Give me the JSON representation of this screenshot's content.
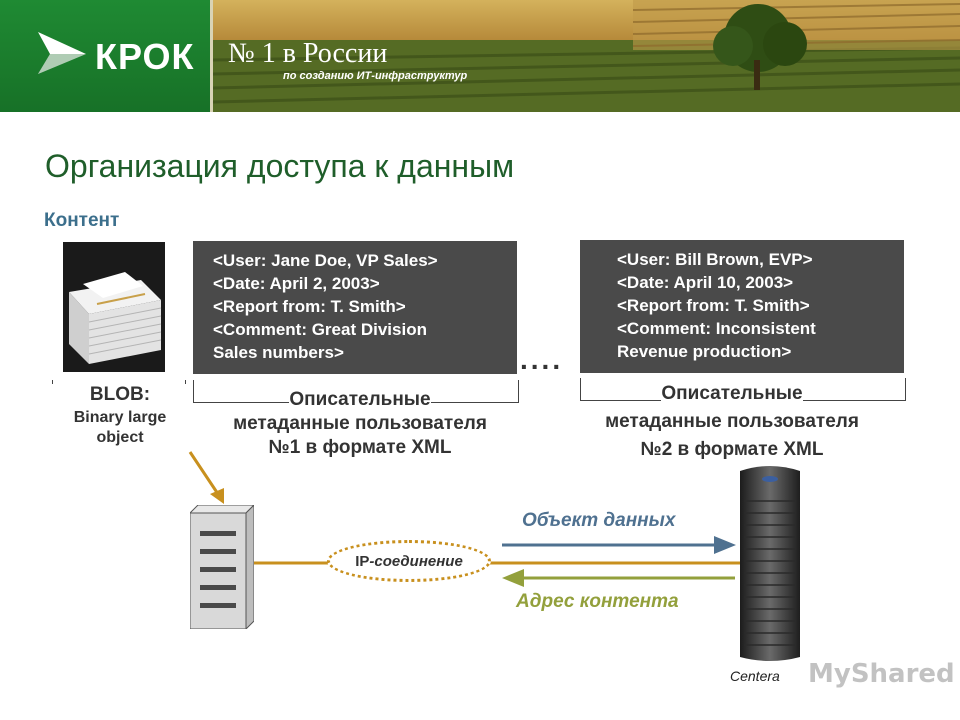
{
  "header": {
    "logo_text": "КРОК",
    "slogan_main": "№ 1 в России",
    "slogan_sub": "по созданию ИТ-инфраструктур"
  },
  "title": "Организация доступа к данным",
  "content_label": "Контент",
  "blob": {
    "title": "BLOB:",
    "subtitle_line1": "Binary large",
    "subtitle_line2": "object"
  },
  "metadata1": {
    "lines": [
      "<User: Jane Doe, VP Sales>",
      "<Date: April 2, 2003>",
      "<Report from: T. Smith>",
      "<Comment: Great Division",
      "Sales numbers>"
    ],
    "caption_line1": "Описательные",
    "caption_line2": "метаданные пользователя",
    "caption_line3": "№1 в формате XML"
  },
  "metadata2": {
    "lines": [
      "<User: Bill Brown, EVP>",
      "<Date: April 10, 2003>",
      "<Report from: T. Smith>",
      "<Comment: Inconsistent",
      "Revenue production>"
    ],
    "caption_line1": "Описательные",
    "caption_line2": "метаданные пользователя",
    "caption_line3": "№2 в формате XML"
  },
  "ellipsis": "....",
  "arrows": {
    "data_object": "Объект данных",
    "content_address": "Адрес контента",
    "ip_prefix": "IP",
    "ip_suffix": "-соединение"
  },
  "centera_label": "Centera",
  "watermark": "MyShared",
  "colors": {
    "header_green": "#1e7a2c",
    "title_green": "#1f5e2a",
    "arrow_blue": "#4f7190",
    "arrow_olive": "#93a03c",
    "ip_line": "#c8901e"
  }
}
